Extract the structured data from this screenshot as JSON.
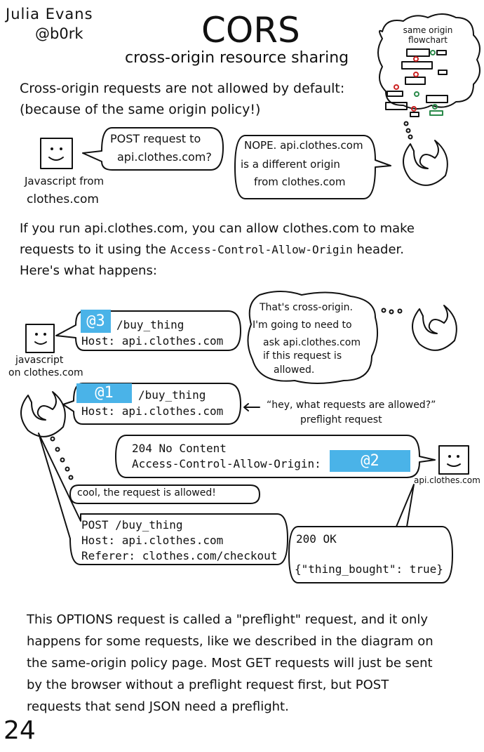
{
  "author": {
    "name": "Julia Evans",
    "handle": "@b0rk"
  },
  "title": "CORS",
  "subtitle": "cross-origin resource sharing",
  "flowchart_label": "same origin flowchart",
  "intro": [
    "Cross-origin requests are not allowed by default:",
    "(because of the same origin policy!)"
  ],
  "scene1": {
    "js_label": [
      "Javascript from",
      "clothes.com"
    ],
    "js_bubble": [
      "POST request to",
      "api.clothes.com?"
    ],
    "browser_bubble": [
      "NOPE. api.clothes.com",
      "is a different origin",
      "from clothes.com"
    ]
  },
  "explain": {
    "line1": "If you run api.clothes.com, you can allow clothes.com to make",
    "line2_pre": "requests to it using the ",
    "line2_code": "Access-Control-Allow-Origin",
    "line2_post": " header.",
    "line3": "Here's what happens:"
  },
  "scene2": {
    "blank_color": "#4ab3e8",
    "js_label": [
      "javascript",
      "on clothes.com"
    ],
    "request_bubble": {
      "blank": "@3",
      "path": "/buy_thing",
      "host": "Host: api.clothes.com"
    },
    "browser_thought": [
      "That's cross-origin.",
      "I'm going to need to",
      "ask api.clothes.com",
      "if this request is",
      "allowed."
    ],
    "preflight_bubble": {
      "blank": "@1",
      "path": "/buy_thing",
      "host": "Host: api.clothes.com"
    },
    "preflight_note": [
      "“hey, what requests are allowed?”",
      "preflight request"
    ],
    "response_bubble": {
      "status": "204 No Content",
      "header": "Access-Control-Allow-Origin:",
      "blank": "@2"
    },
    "server_label": "api.clothes.com",
    "browser_allowed": "cool, the request is allowed!",
    "post_bubble": [
      "POST /buy_thing",
      "Host: api.clothes.com",
      "Referer: clothes.com/checkout"
    ],
    "ok_bubble": [
      "200 OK",
      "{\"thing_bought\": true}"
    ]
  },
  "footer": [
    "This OPTIONS request is called a \"preflight\" request, and it only",
    "happens for some requests, like we described in the diagram on",
    "the same-origin policy page. Most GET requests will just be sent",
    "by the browser without a preflight request first, but POST",
    "requests that send JSON need a preflight."
  ],
  "page_number": "24",
  "icons": [
    "smiley-box-icon",
    "firefox-icon",
    "thought-dots-icon",
    "arrow-left-icon"
  ]
}
